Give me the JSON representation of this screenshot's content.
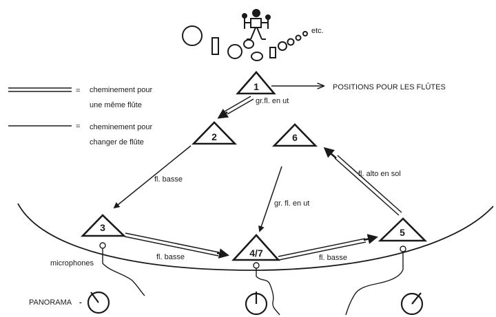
{
  "header": {
    "etc": "etc.",
    "positions_label": "POSITIONS POUR LES FLÛTES"
  },
  "legend": {
    "double_line": {
      "sign": "=",
      "line1": "cheminement pour",
      "line2": "une même flûte"
    },
    "single_line": {
      "sign": "=",
      "line1": "cheminement pour",
      "line2": "changer de flûte"
    }
  },
  "positions": [
    {
      "id": "1",
      "label": "1"
    },
    {
      "id": "2",
      "label": "2"
    },
    {
      "id": "3",
      "label": "3"
    },
    {
      "id": "4-7",
      "label": "4/7"
    },
    {
      "id": "5",
      "label": "5"
    },
    {
      "id": "6",
      "label": "6"
    }
  ],
  "paths": {
    "p1_p2": "gr.fl. en ut",
    "p2_p3": "fl. basse",
    "to_p4": "gr. fl. en ut",
    "p3_p4": "fl. basse",
    "p4_p5": "fl. basse",
    "p5_p6": "fl. alto en sol"
  },
  "stage": {
    "microphones": "microphones",
    "panorama": "PANORAMA",
    "panorama_dash": "-"
  }
}
